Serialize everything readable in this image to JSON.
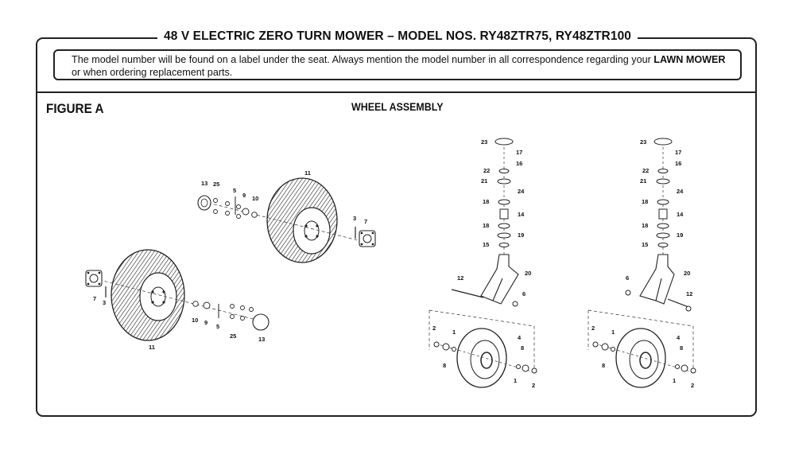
{
  "header": {
    "title": "48 V ELECTRIC ZERO TURN MOWER – MODEL NOS. RY48ZTR75, RY48ZTR100"
  },
  "notice": {
    "text_before": "The model number will be found on a label under the seat. Always mention the model number in all correspondence regarding your ",
    "text_bold": "LAWN MOWER",
    "text_after": " or when ordering replacement parts."
  },
  "figure": {
    "label": "FIGURE A",
    "section_title": "WHEEL ASSEMBLY"
  },
  "rear_wheel_upper": {
    "callouts": [
      "13",
      "25",
      "5",
      "9",
      "10",
      "11",
      "3",
      "7"
    ]
  },
  "rear_wheel_lower": {
    "callouts": [
      "7",
      "3",
      "10",
      "9",
      "5",
      "25",
      "11",
      "13"
    ]
  },
  "caster_left": {
    "callouts": [
      "23",
      "17",
      "16",
      "22",
      "21",
      "24",
      "18",
      "14",
      "18",
      "19",
      "15",
      "20",
      "12",
      "6",
      "2",
      "1",
      "4",
      "8",
      "8",
      "1",
      "2"
    ]
  },
  "caster_right": {
    "callouts": [
      "23",
      "17",
      "16",
      "22",
      "21",
      "24",
      "18",
      "14",
      "18",
      "19",
      "15",
      "20",
      "6",
      "12",
      "2",
      "1",
      "4",
      "8",
      "8",
      "1",
      "2"
    ]
  }
}
